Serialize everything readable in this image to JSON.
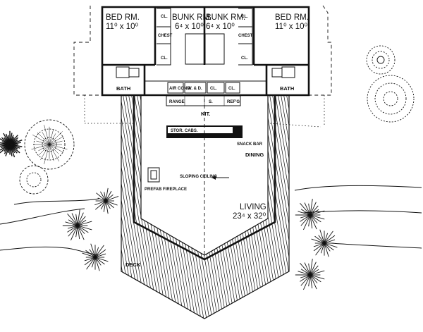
{
  "rooms": {
    "bed_left": {
      "name": "BED RM.",
      "size": "11⁰ x 10⁰"
    },
    "bunk_left": {
      "name": "BUNK RM.",
      "size": "6⁴ x 10⁰"
    },
    "bunk_right": {
      "name": "BUNK RM.",
      "size": "6⁴ x 10⁰"
    },
    "bed_right": {
      "name": "BED RM.",
      "size": "11⁰ x 10⁰"
    },
    "bath_left": "BATH",
    "bath_right": "BATH",
    "kitchen": "KIT.",
    "dining": "DINING",
    "living": {
      "name": "LIVING",
      "size": "23⁴ x 32⁰"
    },
    "deck": "DECK"
  },
  "fixtures": {
    "closet": "CL.",
    "chest": "CHEST",
    "air_cond": "AIR COND.",
    "wd": "W. & D.",
    "range": "RANGE",
    "sink": "S.",
    "refrig": "REF'G",
    "stor_cabs": "STOR. CABS.",
    "snack_bar": "SNACK BAR",
    "sloping_ceiling": "SLOPING CEILING",
    "prefab_fireplace": "PREFAB FIREPLACE"
  }
}
